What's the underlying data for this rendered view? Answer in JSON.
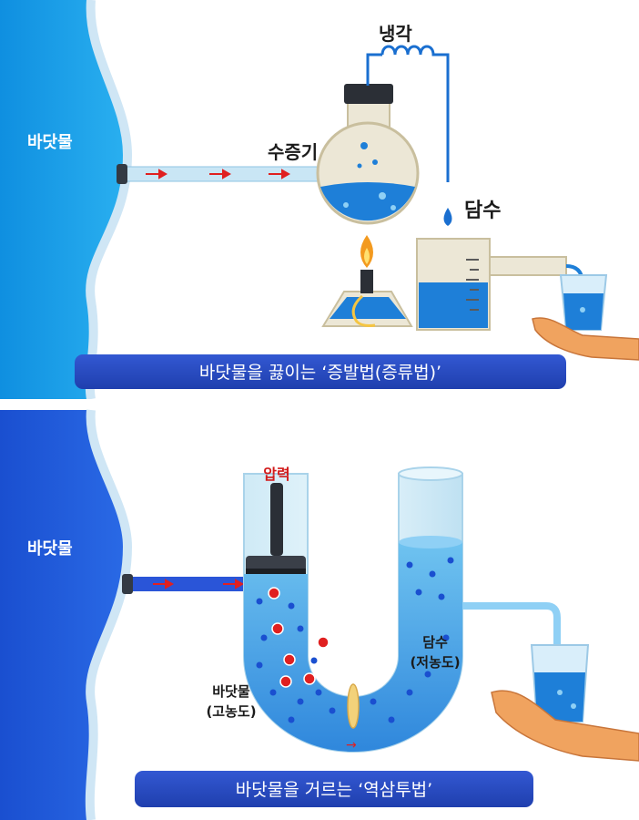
{
  "top_panel": {
    "sea_label": "바닷물",
    "cooling_label": "냉각",
    "steam_label": "수증기",
    "fresh_label": "담수",
    "caption": "바닷물을 끓이는 ‘증발법(증류법)’"
  },
  "bottom_panel": {
    "sea_label": "바닷물",
    "pressure_label": "압력",
    "fresh_label": "담수",
    "fresh_sub": "(저농도)",
    "sea_label2": "바닷물",
    "sea_sub": "(고농도)",
    "caption": "바닷물을 거르는 ‘역삼투법’"
  },
  "colors": {
    "sea": "#1fa3ea",
    "sea_deep": "#1a63d6",
    "water": "#3a8fe0",
    "arrow": "#e02020",
    "caption_bg": "#2a4fc4",
    "label_red": "#d21b1b"
  }
}
